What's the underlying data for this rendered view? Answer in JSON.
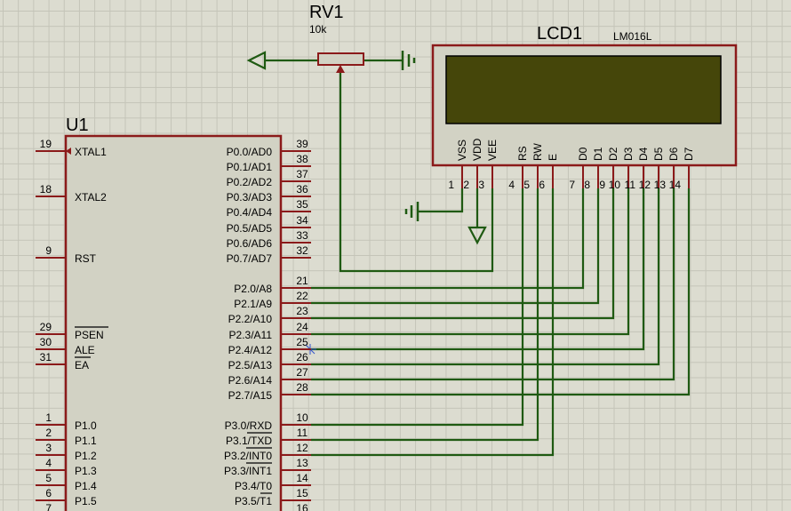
{
  "colors": {
    "wire": "#1f5a12",
    "component": "#8b1a1a",
    "body_fill": "#d2d2c4",
    "lcd_screen": "#45460a",
    "text": "#000000",
    "background": "#dcdcd0"
  },
  "potentiometer": {
    "ref": "RV1",
    "value": "10k"
  },
  "lcd": {
    "ref": "LCD1",
    "part": "LM016L",
    "pins": [
      {
        "name": "VSS",
        "num": "1"
      },
      {
        "name": "VDD",
        "num": "2"
      },
      {
        "name": "VEE",
        "num": "3"
      },
      {
        "name": "RS",
        "num": "4"
      },
      {
        "name": "RW",
        "num": "5"
      },
      {
        "name": "E",
        "num": "6"
      },
      {
        "name": "D0",
        "num": "7"
      },
      {
        "name": "D1",
        "num": "8"
      },
      {
        "name": "D2",
        "num": "9"
      },
      {
        "name": "D3",
        "num": "10"
      },
      {
        "name": "D4",
        "num": "11"
      },
      {
        "name": "D5",
        "num": "12"
      },
      {
        "name": "D6",
        "num": "13"
      },
      {
        "name": "D7",
        "num": "14"
      }
    ]
  },
  "mcu": {
    "ref": "U1",
    "left_pins": [
      {
        "name": "XTAL1",
        "num": "19"
      },
      {
        "name": "XTAL2",
        "num": "18"
      },
      {
        "name": "RST",
        "num": "9"
      },
      {
        "name": "PSEN",
        "num": "29"
      },
      {
        "name": "ALE",
        "num": "30"
      },
      {
        "name": "EA",
        "num": "31"
      },
      {
        "name": "P1.0",
        "num": "1"
      },
      {
        "name": "P1.1",
        "num": "2"
      },
      {
        "name": "P1.2",
        "num": "3"
      },
      {
        "name": "P1.3",
        "num": "4"
      },
      {
        "name": "P1.4",
        "num": "5"
      },
      {
        "name": "P1.5",
        "num": "6"
      },
      {
        "name": "",
        "num": "7"
      }
    ],
    "right_pins": [
      {
        "name": "P0.0/AD0",
        "num": "39"
      },
      {
        "name": "P0.1/AD1",
        "num": "38"
      },
      {
        "name": "P0.2/AD2",
        "num": "37"
      },
      {
        "name": "P0.3/AD3",
        "num": "36"
      },
      {
        "name": "P0.4/AD4",
        "num": "35"
      },
      {
        "name": "P0.5/AD5",
        "num": "34"
      },
      {
        "name": "P0.6/AD6",
        "num": "33"
      },
      {
        "name": "P0.7/AD7",
        "num": "32"
      },
      {
        "name": "P2.0/A8",
        "num": "21"
      },
      {
        "name": "P2.1/A9",
        "num": "22"
      },
      {
        "name": "P2.2/A10",
        "num": "23"
      },
      {
        "name": "P2.3/A11",
        "num": "24"
      },
      {
        "name": "P2.4/A12",
        "num": "25"
      },
      {
        "name": "P2.5/A13",
        "num": "26"
      },
      {
        "name": "P2.6/A14",
        "num": "27"
      },
      {
        "name": "P2.7/A15",
        "num": "28"
      },
      {
        "name": "P3.0/RXD",
        "num": "10"
      },
      {
        "name": "P3.1/TXD",
        "num": "11"
      },
      {
        "name": "P3.2/INT0",
        "num": "12"
      },
      {
        "name": "P3.3/INT1",
        "num": "13"
      },
      {
        "name": "P3.4/T0",
        "num": "14"
      },
      {
        "name": "P3.5/T1",
        "num": "15"
      },
      {
        "name": "",
        "num": "16"
      }
    ]
  }
}
